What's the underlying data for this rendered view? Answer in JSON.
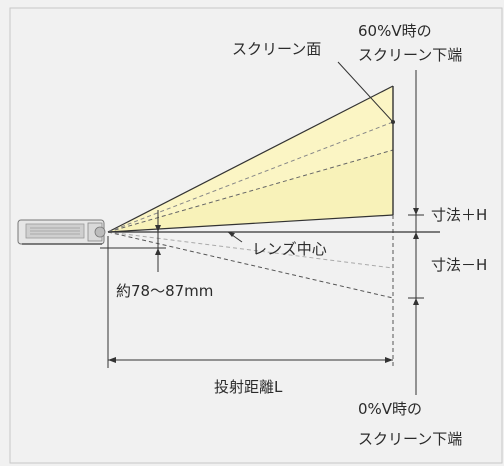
{
  "labels": {
    "screen_surface": "スクリーン面",
    "top_line1": "60%V時の",
    "top_line2": "スクリーン下端",
    "dim_plus_h": "寸法＋H",
    "lens_center": "レンズ中心",
    "dim_minus_h": "寸法－H",
    "offset_mm": "約78～87mm",
    "throw_distance": "投射距離L",
    "bottom_line1": "0%V時の",
    "bottom_line2": "スクリーン下端"
  },
  "colors": {
    "background": "#f1f1f1",
    "frame": "#c8c8c8",
    "beam_fill": "#fbf5c4",
    "beam_shade": "#f3eba2",
    "line": "#333333",
    "text": "#2b2b2b"
  }
}
